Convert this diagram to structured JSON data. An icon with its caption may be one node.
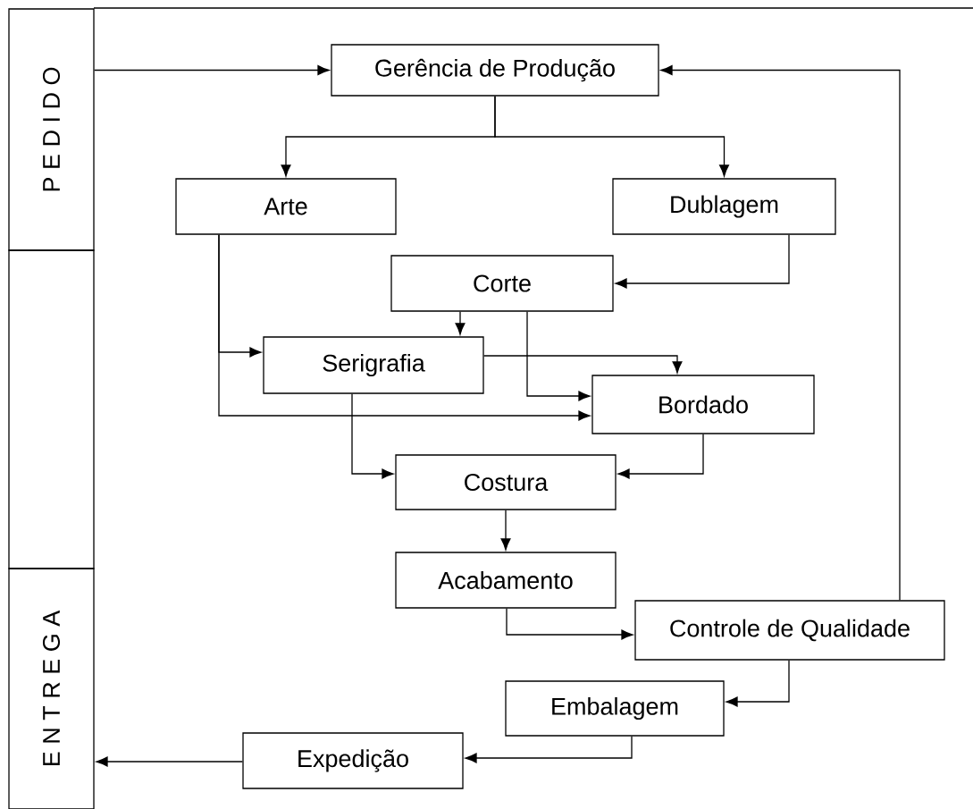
{
  "diagram": {
    "nodes": [
      {
        "text": [
          "P E D I D O"
        ]
      },
      {
        "text": [],
        "shape": "box"
      },
      {
        "text": [
          "E N T R E G A"
        ]
      },
      {
        "text": [
          "Gerência de Produção"
        ]
      },
      {
        "text": [
          "Arte"
        ]
      },
      {
        "text": [
          "Dublagem"
        ]
      },
      {
        "text": [
          "Corte"
        ]
      },
      {
        "text": [
          "Serigrafia"
        ]
      },
      {
        "text": [
          "Bordado"
        ]
      },
      {
        "text": [
          "Costura"
        ]
      },
      {
        "text": [
          "Acabamento"
        ]
      },
      {
        "text": [
          "Controle de Qualidade"
        ]
      },
      {
        "text": [
          "Embalagem"
        ]
      },
      {
        "text": [
          "Expedição"
        ]
      }
    ],
    "edges": [
      {
        "from": 0,
        "to": 3,
        "arrow": "to"
      },
      {
        "from": 11,
        "to": 3,
        "arrow": "to"
      },
      {
        "from": 3,
        "to": 4,
        "arrow": "to"
      },
      {
        "from": 3,
        "to": 5,
        "arrow": "to"
      },
      {
        "from": 5,
        "to": 6,
        "arrow": "to"
      },
      {
        "from": 4,
        "to": 7,
        "arrow": "to"
      },
      {
        "from": 4,
        "to": 8,
        "arrow": "to"
      },
      {
        "from": 6,
        "to": 7,
        "arrow": "to"
      },
      {
        "from": 6,
        "to": 8,
        "arrow": "to"
      },
      {
        "from": 7,
        "to": 8,
        "arrow": "to"
      },
      {
        "from": 7,
        "to": 9,
        "arrow": "to"
      },
      {
        "from": 8,
        "to": 9,
        "arrow": "to"
      },
      {
        "from": 9,
        "to": 10,
        "arrow": "to"
      },
      {
        "from": 10,
        "to": 11,
        "arrow": "to"
      },
      {
        "from": 11,
        "to": 12,
        "arrow": "to"
      },
      {
        "from": 12,
        "to": 13,
        "arrow": "to"
      },
      {
        "from": 13,
        "to": 2,
        "arrow": "to"
      }
    ]
  }
}
